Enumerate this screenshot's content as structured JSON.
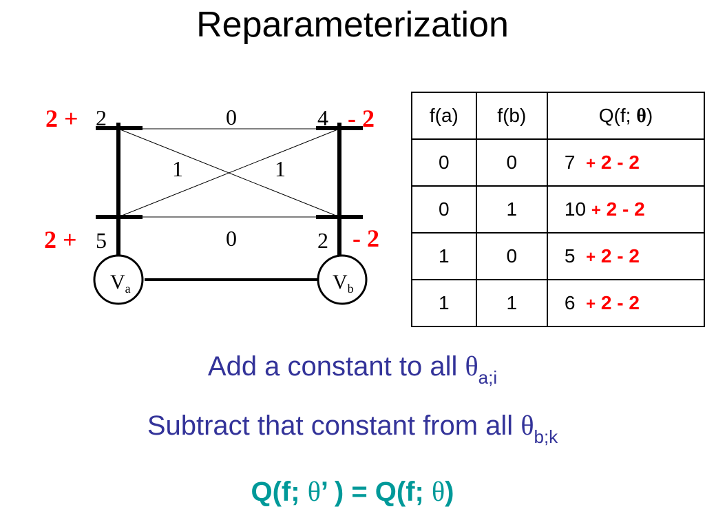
{
  "title": "Reparameterization",
  "graph": {
    "node_a": {
      "name": "V",
      "sub": "a"
    },
    "node_b": {
      "name": "V",
      "sub": "b"
    },
    "unary_a": [
      "2",
      "5"
    ],
    "unary_b": [
      "4",
      "2"
    ],
    "pairwise": {
      "top": "0",
      "bottom": "0",
      "cross_left": "1",
      "cross_right": "1"
    },
    "annot_a_top": "2 +",
    "annot_a_bottom": "2 +",
    "annot_b_top": "- 2",
    "annot_b_bottom": "- 2",
    "colors": {
      "annotation": "#ff0000",
      "edges": "#000000"
    }
  },
  "table": {
    "headers": [
      "f(a)",
      "f(b)",
      "Q(f; ",
      ")"
    ],
    "theta": "θ",
    "rows": [
      {
        "fa": "0",
        "fb": "0",
        "q": "7",
        "plus": "+",
        "adj": "2 - 2"
      },
      {
        "fa": "0",
        "fb": "1",
        "q": "10",
        "plus": "+",
        "adj": "2 - 2"
      },
      {
        "fa": "1",
        "fb": "0",
        "q": "5",
        "plus": "+",
        "adj": "2 - 2"
      },
      {
        "fa": "1",
        "fb": "1",
        "q": "6",
        "plus": "+",
        "adj": "2 - 2"
      }
    ]
  },
  "line1": {
    "text": "Add a constant to all ",
    "theta": "θ",
    "sub": "a;i"
  },
  "line2": {
    "text": "Subtract that constant from all ",
    "theta": "θ",
    "sub": "b;k"
  },
  "equation": {
    "left": "Q(f; ",
    "theta_prime": "θ",
    "prime": "’",
    "mid": " ) = Q(f; ",
    "theta": "θ",
    "right": ")"
  },
  "colors": {
    "title": "#000000",
    "blue_text": "#333399",
    "teal_text": "#009999",
    "red_text": "#ff0000"
  }
}
